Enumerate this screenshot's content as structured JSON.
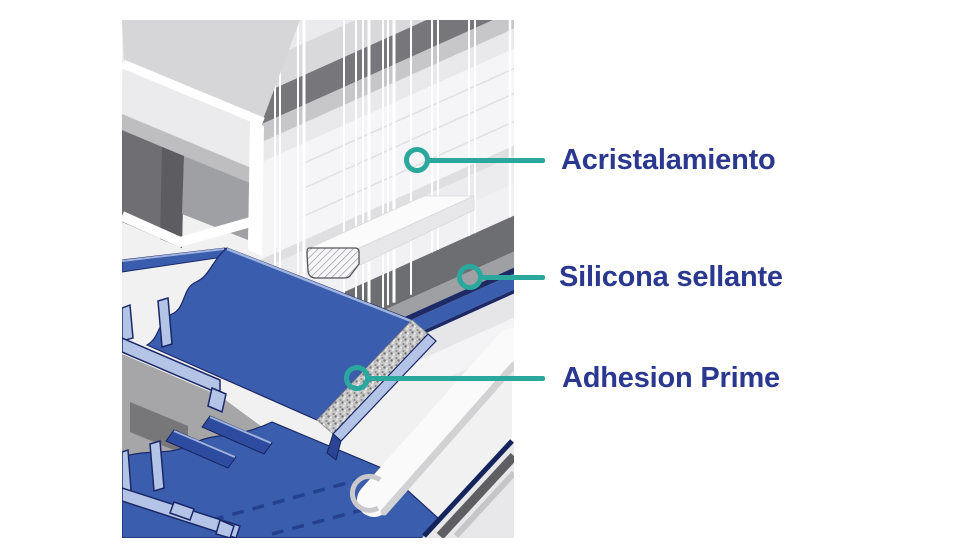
{
  "figure": {
    "type": "technical-cutaway-diagram",
    "subject": "structural glazing window joint cross-section",
    "labels": [
      {
        "id": "acristalamiento",
        "text": "Acristalamiento"
      },
      {
        "id": "silicona",
        "text": "Silicona sellante"
      },
      {
        "id": "adhesion",
        "text": "Adhesion Prime"
      }
    ],
    "colors": {
      "callout_teal": "#2BA89E",
      "label_navy": "#2B3890",
      "profile_blue": "#3B5DAD",
      "profile_blue_light": "#B4C4E6",
      "profile_outline_navy": "#1B2868",
      "gasket_dark_gray": "#6D6E71",
      "aluminum_light_gray": "#EBEBED",
      "backdrop_gray": "#F1F1F2",
      "adhesion_tape_gray": "#C9C9C9"
    }
  }
}
